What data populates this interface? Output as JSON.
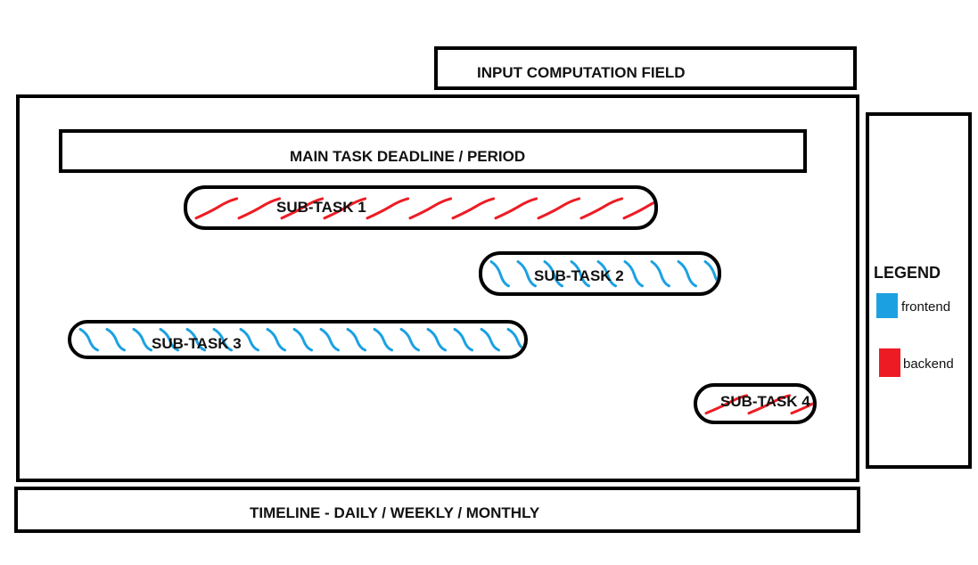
{
  "input_field": {
    "label": "INPUT COMPUTATION FIELD"
  },
  "main_task": {
    "label": "MAIN TASK DEADLINE / PERIOD"
  },
  "timeline": {
    "label": "TIMELINE - DAILY / WEEKLY / MONTHLY"
  },
  "subtasks": [
    {
      "label": "SUB-TASK 1",
      "category": "backend"
    },
    {
      "label": "SUB-TASK 2",
      "category": "frontend"
    },
    {
      "label": "SUB-TASK 3",
      "category": "frontend"
    },
    {
      "label": "SUB-TASK 4",
      "category": "backend"
    }
  ],
  "legend": {
    "title": "LEGEND",
    "items": [
      {
        "label": "frontend",
        "color": "#1ba1e2"
      },
      {
        "label": "backend",
        "color": "#ed1c24"
      }
    ]
  },
  "colors": {
    "frontend": "#1ba1e2",
    "backend": "#ed1c24"
  }
}
